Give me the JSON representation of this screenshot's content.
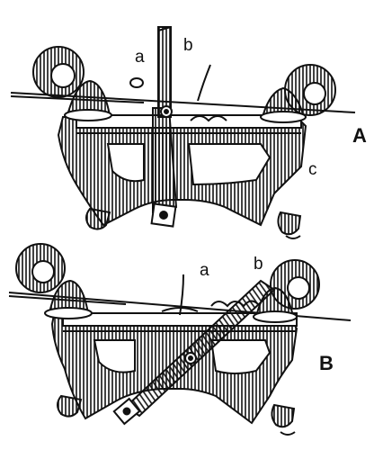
{
  "labels": {
    "top_a": "a",
    "top_b": "b",
    "top_c": "c",
    "view_A": "A",
    "bottom_a": "a",
    "bottom_b": "b",
    "view_B": "B"
  },
  "colors": {
    "ink": "#111111",
    "paper": "#ffffff"
  }
}
